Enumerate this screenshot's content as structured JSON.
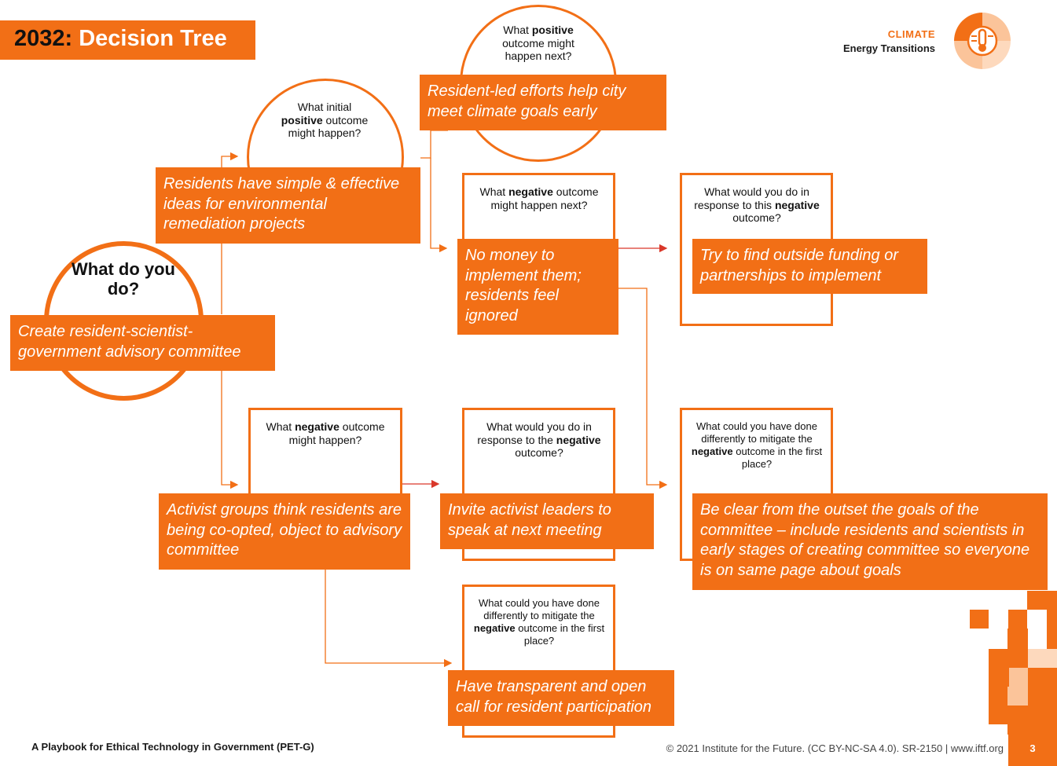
{
  "header": {
    "title_year": "2032:",
    "title_text": " Decision Tree",
    "brand_category": "CLIMATE",
    "brand_subtitle": "Energy Transitions",
    "brand_icon": "climate-thermometer-icon"
  },
  "nodes": {
    "root": {
      "question": "What do you do?",
      "answer": "Create resident-scientist-government advisory committee"
    },
    "initial_positive": {
      "question_pre": "What initial",
      "question_bold": "positive",
      "question_post": "outcome might happen?",
      "answer": "Residents have simple & effective ideas for environmental remediation projects"
    },
    "next_positive": {
      "question_pre": "What",
      "question_bold": "positive",
      "question_post": "outcome might happen next?",
      "answer": "Resident-led efforts help city meet climate goals early"
    },
    "next_negative": {
      "question_pre": "What",
      "question_bold": "negative",
      "question_post": "outcome might happen next?",
      "answer": "No money to implement them; residents feel ignored"
    },
    "response_next_negative": {
      "question_pre": "What would you do in response to this",
      "question_bold": "negative",
      "question_post": "outcome?",
      "answer": "Try to find outside funding or partnerships to implement"
    },
    "initial_negative": {
      "question_pre": "What",
      "question_bold": "negative",
      "question_post": "outcome might happen?",
      "answer": "Activist groups think residents are being co-opted, object to advisory committee"
    },
    "response_initial_negative": {
      "question_pre": "What would you do in response to the",
      "question_bold": "negative",
      "question_post": "outcome?",
      "answer": "Invite activist leaders to speak at next meeting"
    },
    "mitigate_next_negative": {
      "question_pre": "What could you have done differently to mitigate the",
      "question_bold": "negative",
      "question_post": "outcome in the first place?",
      "answer": "Be clear from the outset the goals of the committee – include residents and scientists in early stages of creating committee so everyone is on same page about goals"
    },
    "mitigate_initial_negative": {
      "question_pre": "What could you have done differently to mitigate the",
      "question_bold": "negative",
      "question_post": "outcome in the first place?",
      "answer": "Have transparent and open call for resident participation"
    }
  },
  "footer": {
    "left": "A Playbook for Ethical Technology in Government (PET-G)",
    "right": "© 2021 Institute for the Future. (CC BY-NC-SA 4.0). SR-2150  |  www.iftf.org",
    "page": "3"
  },
  "colors": {
    "accent": "#f26f16",
    "arrow_red": "#d9382a",
    "light_orange": "#fbc49a"
  }
}
